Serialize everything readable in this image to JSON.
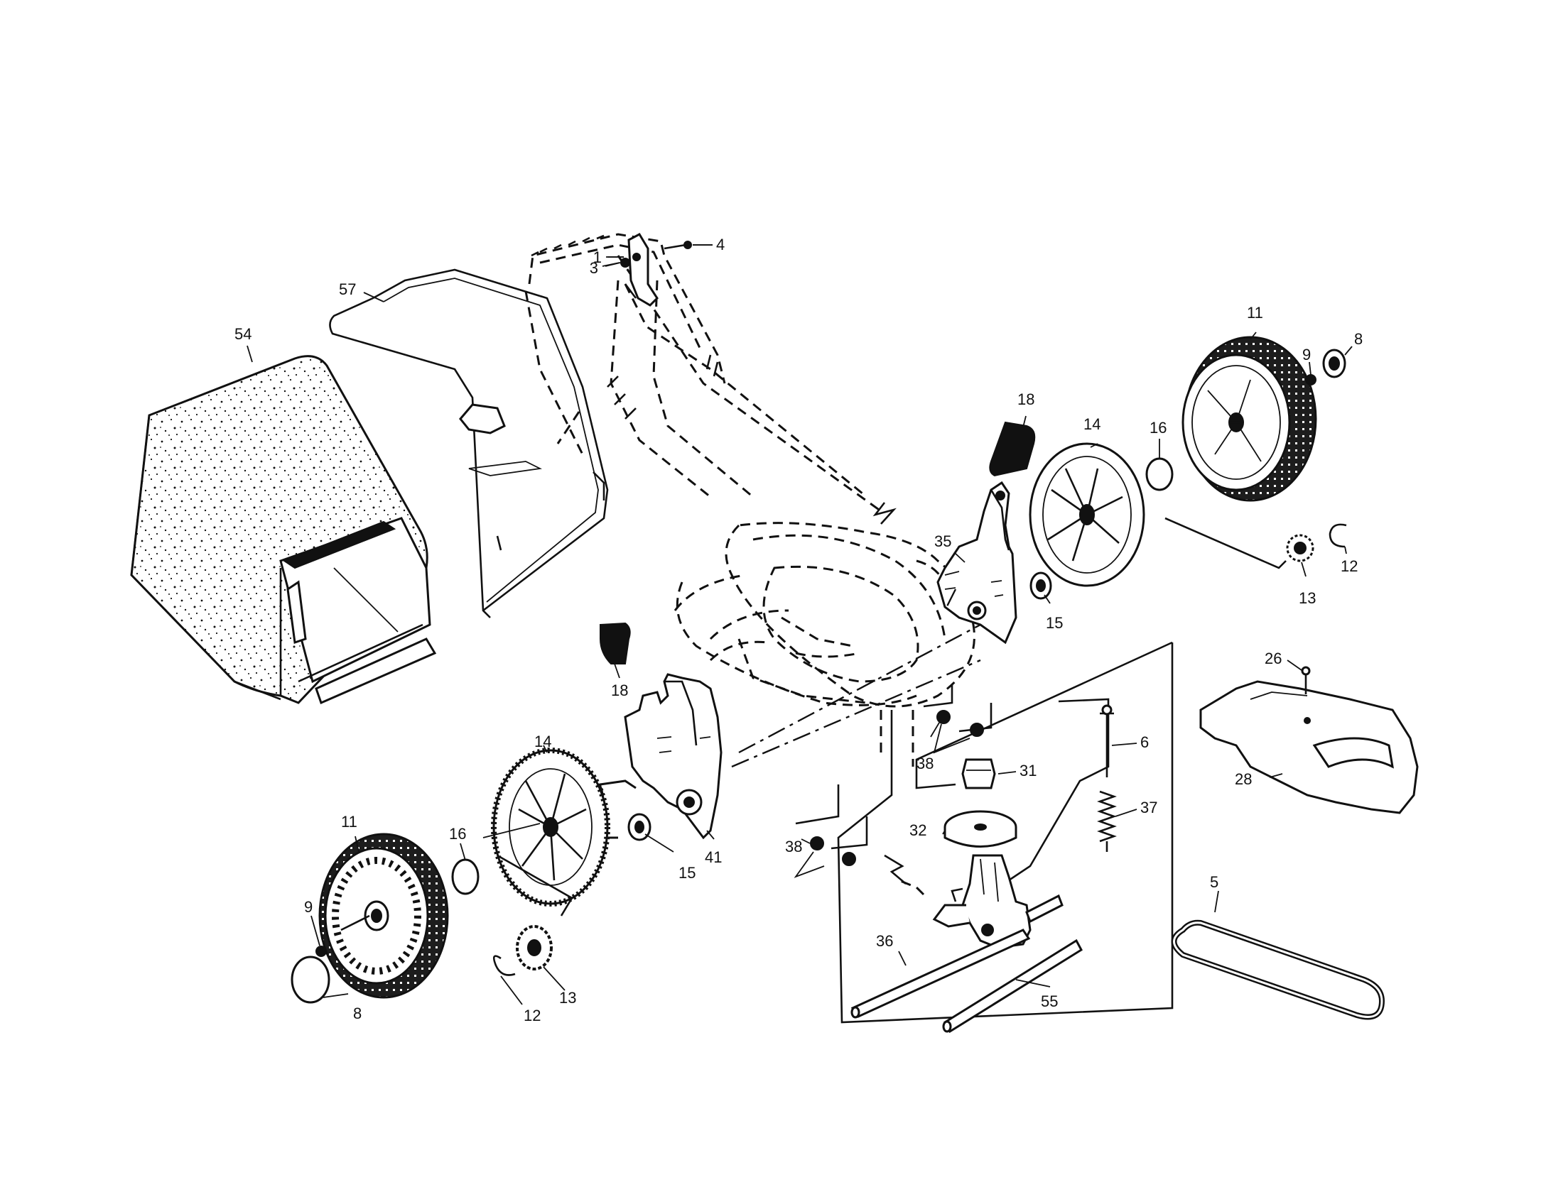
{
  "part_labels": [
    "1",
    "3",
    "4",
    "57",
    "54",
    "11",
    "9",
    "8",
    "18",
    "14",
    "16",
    "35",
    "12",
    "13",
    "15",
    "18",
    "14",
    "41",
    "11",
    "16",
    "15",
    "9",
    "8",
    "12",
    "13",
    "38",
    "38",
    "31",
    "6",
    "37",
    "32",
    "26",
    "28",
    "5",
    "36",
    "55"
  ]
}
